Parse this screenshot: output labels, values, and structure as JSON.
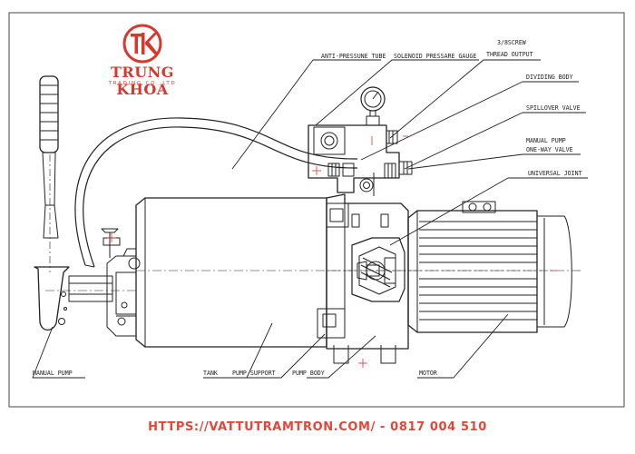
{
  "brand": {
    "monogram": "TK",
    "name": "TRUNG KHOA",
    "tagline": "TRADING CO.,LTD"
  },
  "labels": {
    "anti_pressure": "ANTI-PRESSUNE TUBE",
    "solenoid_gauge": "SOLENOID PRESSARE GAUGE",
    "screw_38": "3/8SCREW",
    "thread_output": "THREAD OUTPUT",
    "dividing_body": "DIVIDING BODY",
    "spillover_valve": "SPILLOVER VALVE",
    "manual_pump_line1": "MANUAL PUMP",
    "manual_pump_line2": "ONE-WAY VALVE",
    "universal_joint": "UNIVERSAL JOINT",
    "manual_pump_bottom": "MANUAL PUMP",
    "tank": "TANK",
    "pump_support": "PUMP SUPPORT",
    "pump_body": "PUMP BODY",
    "motor": "MOTOR"
  },
  "footer": {
    "contact": "HTTPS://VATTUTRAMTRON.COM/ - 0817 004 510"
  },
  "colors": {
    "brand_red": "#d9372b",
    "footer_red": "#e0473a",
    "line": "#222222"
  }
}
